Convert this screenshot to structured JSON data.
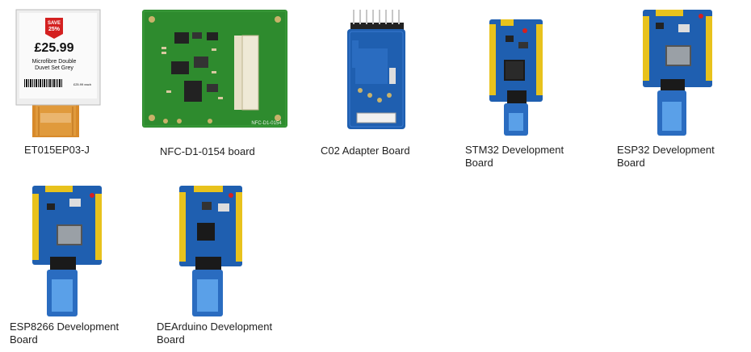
{
  "products": [
    {
      "label": "ET015EP03-J"
    },
    {
      "label": "NFC-D1-0154 board"
    },
    {
      "label": "C02 Adapter Board"
    },
    {
      "label": "STM32 Development Board"
    },
    {
      "label": "ESP32 Development Board"
    },
    {
      "label": "ESP8266 Development Board"
    },
    {
      "label": "DEArduino Development Board"
    }
  ],
  "eink_display": {
    "badge_line1": "SAVE",
    "badge_line2": "25%",
    "price": "£25.99",
    "product_line1": "Microfibre Double",
    "product_line2": "Duvet Set Grey",
    "small_price": "£25.99 each"
  },
  "nfc_board": {
    "silk_label": "NFC-D1-0154"
  },
  "colors": {
    "pcb_green": "#2e8b2e",
    "pcb_blue": "#1f5fb0",
    "header_yellow": "#e8c21c",
    "fpc_orange": "#d88a2a",
    "sale_red": "#d42020"
  }
}
